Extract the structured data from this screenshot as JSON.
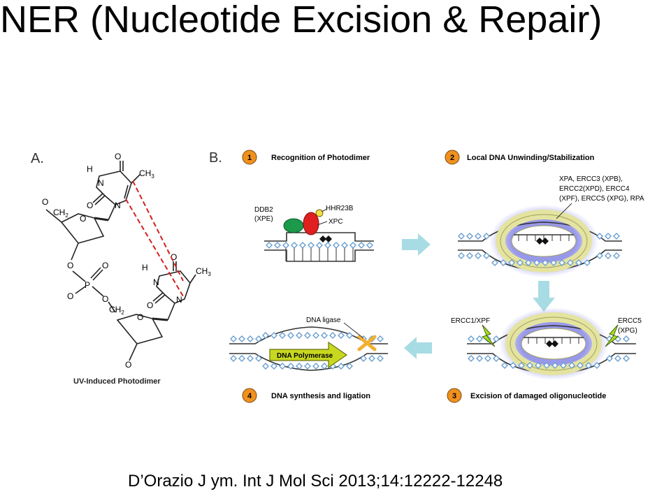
{
  "slide": {
    "title": "NER (Nucleotide Excision & Repair)",
    "citation": "D’Orazio J ym. Int J Mol Sci 2013;14:12222-12248"
  },
  "panel_a": {
    "letter": "A.",
    "caption": "UV-Induced Photodimer",
    "atoms": {
      "o": "O",
      "n": "N",
      "h": "H",
      "ch3": "CH",
      "ch3_sub": "3",
      "ch2": "CH",
      "ch2_sub": "2",
      "p": "P"
    }
  },
  "panel_b": {
    "letter": "B.",
    "steps": [
      {
        "num": "1",
        "label": "Recognition of Photodimer"
      },
      {
        "num": "2",
        "label": "Local DNA Unwinding/Stabilization"
      },
      {
        "num": "3",
        "label": "Excision of damaged oligonucleotide"
      },
      {
        "num": "4",
        "label": "DNA synthesis and ligation"
      }
    ],
    "labels": {
      "ddb2_line1": "DDB2",
      "ddb2_line2": "(XPE)",
      "hhr23b": "HHR23B",
      "xpc": "XPC",
      "tfiih_line1": "XPA, ERCC3 (XPB),",
      "tfiih_line2": "ERCC2(XPD), ERCC4",
      "tfiih_line3": "(XPF), ERCC5 (XPG), RPA",
      "ercc1": "ERCC1/XPF",
      "ercc5_line1": "ERCC5",
      "ercc5_line2": "(XPG)",
      "ligase": "DNA ligase",
      "polymerase": "DNA Polymerase"
    }
  },
  "colors": {
    "step_badge": "#f0901e",
    "ddb2": "#1a9a4a",
    "xpc": "#e02020",
    "hhr23b": "#f0e040",
    "tfiih_ring": "#e4e4a0",
    "halo": "#8c8ce8",
    "arrow": "#a8dce4",
    "polymerase": "#c8d820",
    "ligase": "#f2b030",
    "scissors": "#a8e020",
    "base": "#6a9fd0",
    "dimer_bond": "#d42020"
  }
}
